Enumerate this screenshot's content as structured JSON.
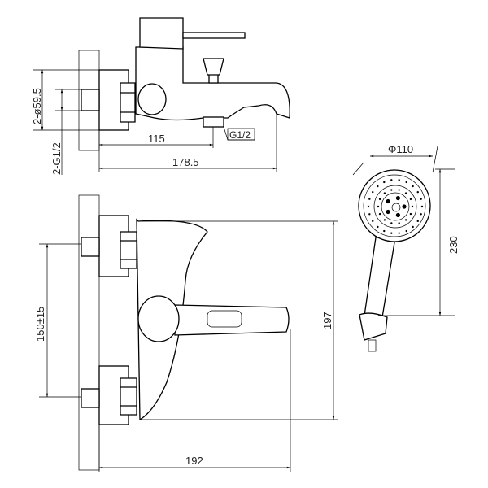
{
  "side_view": {
    "flange_diameter": "2-ø59.5",
    "inlet_thread": "2-G1/2",
    "outlet_distance": "115",
    "spout_reach": "178.5",
    "outlet_thread": "G1/2"
  },
  "front_view": {
    "center_distance": "150±15",
    "body_height": "197",
    "body_depth": "192"
  },
  "hand_shower": {
    "head_diameter": "Φ110",
    "length": "230"
  }
}
